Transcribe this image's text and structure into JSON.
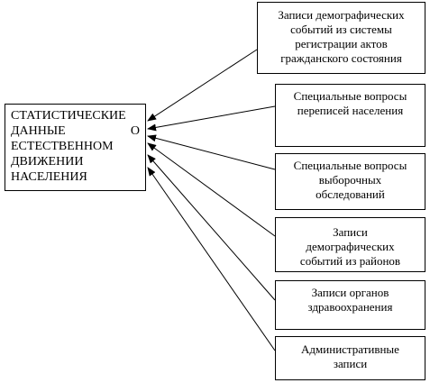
{
  "main": {
    "line1": "СТАТИСТИЧЕСКИЕ",
    "line2a": "ДАННЫЕ",
    "line2b": "О",
    "line3": "ЕСТЕСТВЕННОМ",
    "line4": "ДВИЖЕНИИ",
    "line5": "НАСЕЛЕНИЯ"
  },
  "sources": [
    {
      "text": "Записи демографических\nсобытий из системы\nрегистрации актов\nгражданского состояния"
    },
    {
      "text": "Специальные вопросы\nпереписей населения"
    },
    {
      "text": "Специальные вопросы\nвыборочных\nобследований"
    },
    {
      "text": "Записи\nдемографических\nсобытий из районов"
    },
    {
      "text": "Записи органов\nздравоохранения"
    },
    {
      "text": "Административные\nзаписи"
    }
  ],
  "colors": {
    "line": "#000000",
    "background": "#ffffff"
  }
}
